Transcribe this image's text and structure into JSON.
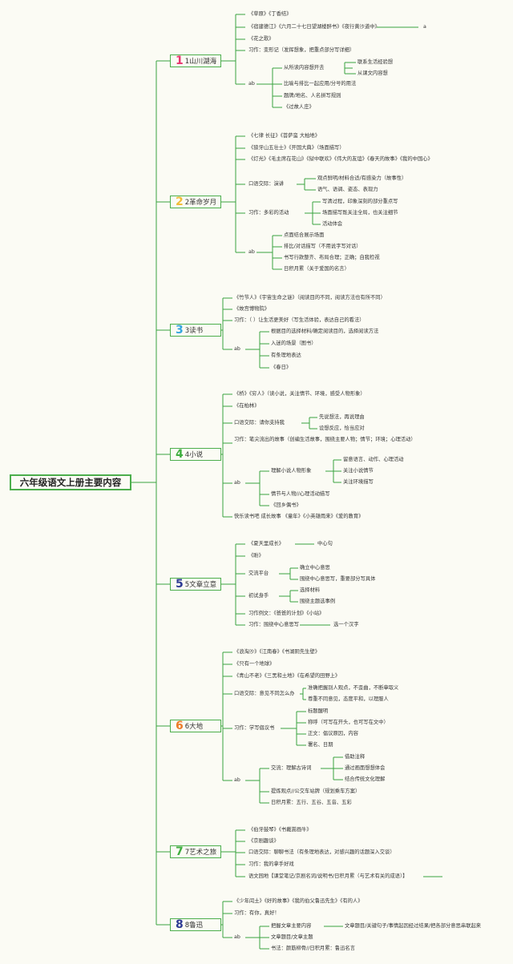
{
  "root": "六年级语文上册主要内容",
  "units": [
    {
      "num": "1",
      "label": "1山川湖海",
      "color": "#e8356f",
      "items": [
        {
          "text": "《草原》《丁香结》"
        },
        {
          "text": "《宿建德江》《六月二十七日望湖楼醉书》《夜行黄沙道中》",
          "tail": "a"
        },
        {
          "text": "《花之歌》"
        },
        {
          "text": "习作：变形记（发挥想象，把重点部分写详细）"
        },
        {
          "text": "ab",
          "children": [
            {
              "text": "从所读内容想开去",
              "children": [
                {
                  "text": "联系生活经验想"
                },
                {
                  "text": "从课文内容想"
                }
              ]
            },
            {
              "text": "比喻与排比一起应用/分号的用法"
            },
            {
              "text": "题牌/地名、人名拼写规则"
            },
            {
              "text": "《过故人庄》"
            }
          ]
        }
      ]
    },
    {
      "num": "2",
      "label": "2革命岁月",
      "color": "#f1bd38",
      "items": [
        {
          "text": "《七律 长征》《菩萨蛮 大柏地》"
        },
        {
          "text": "《狼牙山五壮士》《开国大典》（场面描写）"
        },
        {
          "text": "《灯光》《毛主席在花山》《狱中联欢》《伟大的友谊》《春天的故事》《我的中国心》"
        },
        {
          "text": "口语交际：演讲",
          "children": [
            {
              "text": "观点鲜明/材料合适/有感染力（故事性）"
            },
            {
              "text": "语气、语调、姿态、表现力"
            }
          ]
        },
        {
          "text": "习作：多彩的活动",
          "children": [
            {
              "text": "写清过程，印象深刻的部分重点写"
            },
            {
              "text": "场面描写既关注全局，也关注细节"
            },
            {
              "text": "活动体会"
            }
          ]
        },
        {
          "text": "ab",
          "children": [
            {
              "text": "点面结合展示场面"
            },
            {
              "text": "排比/对话描写（不用说字写对话）"
            },
            {
              "text": "书写行款整齐、布局合理；正确；自我检视"
            },
            {
              "text": "日积月累（关于爱国的名言）"
            }
          ]
        }
      ]
    },
    {
      "num": "3",
      "label": "3读书",
      "color": "#35a6de",
      "items": [
        {
          "text": "《竹节人》《宇宙生命之谜》（阅读目的不同，阅读方法也有所不同）"
        },
        {
          "text": "《故宫博物院》"
        },
        {
          "text": "习作：（  ）让生活更美好（写生活体验，表达自己的看法）"
        },
        {
          "text": "ab",
          "children": [
            {
              "text": "根据目的选择材料/确定阅读目的，选择阅读方法"
            },
            {
              "text": "入迷的场景（图书）"
            },
            {
              "text": "有条理地表达"
            },
            {
              "text": "《春日》"
            }
          ]
        }
      ]
    },
    {
      "num": "4",
      "label": "4小说",
      "color": "#3fae3f",
      "items": [
        {
          "text": "《桥》《穷人》（读小说，关注情节、环境，感受人物形象）"
        },
        {
          "text": "《在柏林》"
        },
        {
          "text": "口语交际：请你支持我",
          "children": [
            {
              "text": "先说想法，再说理由"
            },
            {
              "text": "设想反应，恰当应对"
            }
          ]
        },
        {
          "text": "习作：笔尖流出的故事（创编生活故事，围绕主要人物；情节；环境；心理活动）"
        },
        {
          "text": "ab",
          "children": [
            {
              "text": "理解小说人物形象",
              "children": [
                {
                  "text": "留意语言、动作、心理活动"
                },
                {
                  "text": "关注小说情节"
                },
                {
                  "text": "关注环境描写"
                }
              ]
            },
            {
              "text": "情节与人物//心理活动描写"
            },
            {
              "text": "《回乡偶书》"
            }
          ]
        },
        {
          "text": "快乐读书吧 成长故事 《童年》《小英雄雨来》《爱的教育》"
        }
      ]
    },
    {
      "num": "5",
      "label": "5文章立意",
      "color": "#2d3a93",
      "items": [
        {
          "text": "《夏天里成长》",
          "tail": "中心句"
        },
        {
          "text": "《盼》"
        },
        {
          "text": "交流平台",
          "children": [
            {
              "text": "确立中心意思"
            },
            {
              "text": "围绕中心意思写，重要部分写具体"
            }
          ]
        },
        {
          "text": "初试身手",
          "children": [
            {
              "text": "选择材料"
            },
            {
              "text": "围绕主题选事例"
            }
          ]
        },
        {
          "text": "习作例文：《爸爸的计划》《小站》"
        },
        {
          "text": "习作：围绕中心意思写",
          "tail": "选一个汉字"
        }
      ]
    },
    {
      "num": "6",
      "label": "6大地",
      "color": "#ec7b28",
      "items": [
        {
          "text": "《浪淘沙》《江南春》《书湖阴先生壁》"
        },
        {
          "text": "《只有一个地球》"
        },
        {
          "text": "《青山不老》《三黑和土地》《在希望的田野上》"
        },
        {
          "text": "口语交际：意见不同怎么办",
          "children": [
            {
              "text": "准确把握别人观点，不歪曲，不断章取义"
            },
            {
              "text": "尊重不同意见，态度平和，以理服人"
            }
          ]
        },
        {
          "text": "习作：学写倡议书",
          "children": [
            {
              "text": "标题醒明"
            },
            {
              "text": "称呼（可写在开头，也可写在文中）"
            },
            {
              "text": "正文：倡议原因，内容"
            },
            {
              "text": "署名、日期"
            }
          ]
        },
        {
          "text": "ab",
          "children": [
            {
              "text": "交流：理解古诗词",
              "children": [
                {
                  "text": "借助注释"
                },
                {
                  "text": "通过画面想想体会"
                },
                {
                  "text": "结合传统文化理解"
                }
              ]
            },
            {
              "text": "提炼观点//公交车站牌（规划乘车方案）"
            },
            {
              "text": "日积月累：五行、五谷、五音、五彩"
            }
          ]
        }
      ]
    },
    {
      "num": "7",
      "label": "7艺术之旅",
      "color": "#3fae3f",
      "items": [
        {
          "text": "《伯牙鼓琴》《书戴嵩画牛》"
        },
        {
          "text": "《京剧趣谈》"
        },
        {
          "text": "口语交际：聊聊书法（有条理地表达，对感兴趣的话题深入交谈）"
        },
        {
          "text": "习作：我的拿手好戏"
        },
        {
          "text": "语文园地【课堂笔记/京剧名词/说明书/日积月累（与艺术有关的成语）】"
        }
      ]
    },
    {
      "num": "8",
      "label": "8鲁迅",
      "color": "#2d3a93",
      "items": [
        {
          "text": "《少年闰土》《好的故事》《我的伯父鲁迅先生》《有的人》"
        },
        {
          "text": "习作：有你，真好！"
        },
        {
          "text": "ab",
          "children": [
            {
              "text": "把握文章主要内容",
              "tail": "文章题目/关键句子/事情起因经过结果/把各部分意思串联起来"
            },
            {
              "text": "文章题目/文章主题"
            },
            {
              "text": "书法：颜筋柳骨//日积月累：鲁迅名言"
            }
          ]
        }
      ]
    }
  ]
}
